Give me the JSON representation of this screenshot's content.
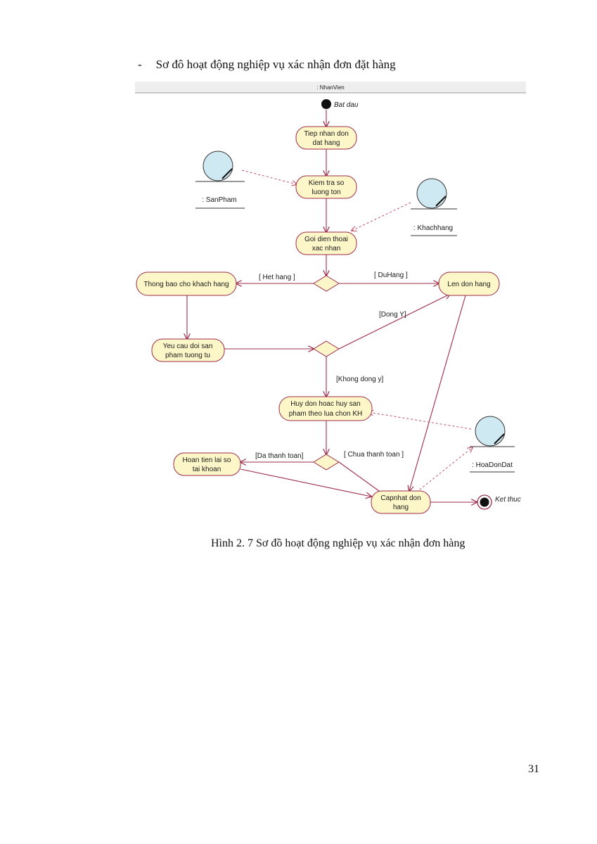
{
  "bullet": {
    "marker": "-",
    "text": "Sơ đô hoạt động nghiệp vụ xác nhận đơn đặt hàng"
  },
  "diagram": {
    "swimlane": ": NhanVien",
    "start": "Bat dau",
    "end": "Ket thuc",
    "activities": {
      "receive": [
        "Tiep nhan don",
        "dat hang"
      ],
      "check": [
        "Kiem tra so",
        "luong ton"
      ],
      "call": [
        "Goi dien thoai",
        "xac nhan"
      ],
      "notify": [
        "Thong bao cho khach hang"
      ],
      "order": [
        "Len don hang"
      ],
      "suggest": [
        "Yeu cau doi san",
        "pham tuong tu"
      ],
      "cancel": [
        "Huy don hoac huy san",
        "pham theo lua chon KH"
      ],
      "refund": [
        "Hoan tien lai so",
        "tai khoan"
      ],
      "update": [
        "Capnhat don",
        "hang"
      ]
    },
    "objects": {
      "sanpham": ": SanPham",
      "khachhang": ": Khachhang",
      "hoadondat": ": HoaDonDat"
    },
    "guards": {
      "het_hang": "[ Het hang ]",
      "du_hang": "[ DuHang ]",
      "dong_y": "[Dong Y]",
      "khong_dong_y": "[Khong dong y]",
      "da_thanh_toan": "[Da thanh toan]",
      "chua_thanh_toan": "[ Chua thanh toan ]"
    },
    "colors": {
      "activity_fill": "#fdf6c8",
      "activity_stroke": "#9c2c4a",
      "flow": "#9c2c4a",
      "object_fill": "#cfe9f2",
      "dependency": "#c0506a"
    }
  },
  "caption": "Hình 2. 7 Sơ đồ hoạt động nghiệp vụ xác nhận đơn hàng",
  "page_number": "31"
}
